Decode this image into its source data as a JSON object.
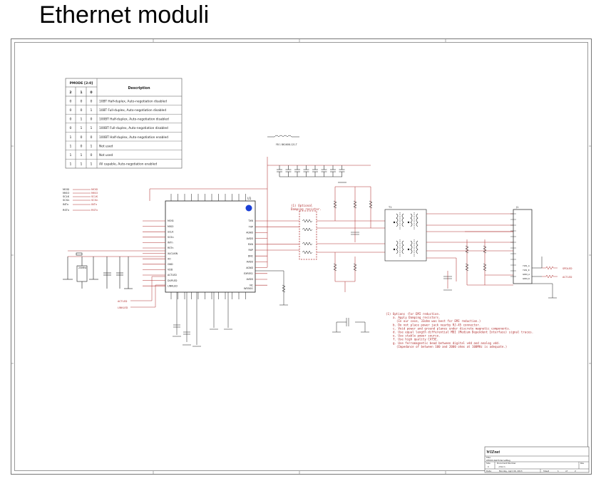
{
  "slide": {
    "title": "Ethernet moduli"
  },
  "pmode_table": {
    "header_group": "PMODE [2:0]",
    "header_desc": "Description",
    "bits": [
      "2",
      "1",
      "0"
    ],
    "rows": [
      {
        "b2": "0",
        "b1": "0",
        "b0": "0",
        "desc": "10BT Half-duplex, Auto-negotiation disabled"
      },
      {
        "b2": "0",
        "b1": "0",
        "b0": "1",
        "desc": "10BT Full-duplex, Auto-negotiation disabled"
      },
      {
        "b2": "0",
        "b1": "1",
        "b0": "0",
        "desc": "100BT Half-duplex, Auto-negotiation disabled"
      },
      {
        "b2": "0",
        "b1": "1",
        "b0": "1",
        "desc": "100BT Full-duplex, Auto-negotiation disabled"
      },
      {
        "b2": "1",
        "b1": "0",
        "b0": "0",
        "desc": "100BT Half-duplex, Auto-negotiation enabled"
      },
      {
        "b2": "1",
        "b1": "0",
        "b0": "1",
        "desc": "Not used"
      },
      {
        "b2": "1",
        "b1": "1",
        "b0": "0",
        "desc": "Not used"
      },
      {
        "b2": "1",
        "b1": "1",
        "b0": "1",
        "desc": "All capable, Auto-negotiation enabled"
      }
    ]
  },
  "schematic": {
    "chip_label": "U1",
    "chip_name": "W5500",
    "ferrite_label": "FB 1 BK1608-121-T",
    "damping_note": "(1) Optional\nDamping resistor.",
    "left_pins": [
      "MOSI",
      "MISO",
      "SCLK",
      "SCSn",
      "INTn",
      "RSTn",
      "XI/CLKIN",
      "XO",
      "GND",
      "VDD",
      "ACTLED",
      "DUPLED",
      "LINKLED"
    ],
    "right_pins": [
      "TXN",
      "TXP",
      "AGND",
      "AVDD",
      "RXN",
      "RXP",
      "DNC",
      "AVDD",
      "AGND",
      "EXRES1",
      "AVDD",
      "NC"
    ],
    "signal_labels": [
      "MOSI",
      "MISO",
      "SCLK",
      "SCSn",
      "INTn",
      "RSTn",
      "ACTLED",
      "LINKLED",
      "SPDLED",
      "DUPLED"
    ],
    "transformer_label": "T1",
    "connector_label": "J1",
    "crystal_label": "25MHz",
    "right_leds": [
      {
        "label": "SPDLED"
      },
      {
        "label": "ACTLED"
      }
    ],
    "right_led_tags": [
      "YLW_A",
      "YLW_K",
      "GRN_A",
      "GRN_K"
    ],
    "notes": [
      "(1) Options -For EMI reduction.",
      "a. Apply Damping resistors.",
      "(In our case, 33ohm was best for EMI reduction.)",
      "b. Do not place power jack nearby RJ-45 connector.",
      "c. Void power and ground planes under discrete magnetic components.",
      "d. Use equal length differential MDI (Medium Dependent Interface) signal traces.",
      "e. Use stable power source.",
      "f. Use high quality CAT5E.",
      "g. Use ferromagnetic bead between digital vdd and analog vdd.",
      "(Impedance of between 100 and 2000 ohms at 100MHz is adequate.)"
    ]
  },
  "title_block": {
    "company": "WIZnet",
    "title_label": "Title",
    "title": "W5500-Ref-ExternalMag",
    "size_label": "Size",
    "size": "C",
    "doc_label": "Document Number",
    "doc": "<Doc>",
    "rev_label": "Rev",
    "date_label": "Date:",
    "date": "Monday, April 09, 2013",
    "sheet_label": "Sheet",
    "sheet": "1",
    "of_label": "of",
    "of": "2"
  },
  "colors": {
    "wire": "#b03030",
    "ink": "#1a1a1a",
    "grid": "#666666",
    "chip_dot": "#1a3fd6"
  }
}
